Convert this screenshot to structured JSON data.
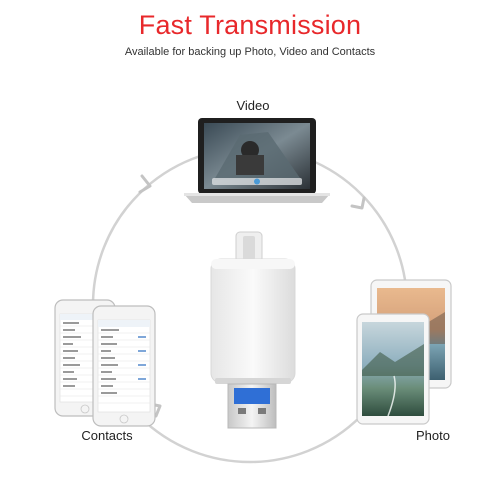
{
  "header": {
    "title": "Fast Transmission",
    "subtitle": "Available for backing up Photo, Video and Contacts"
  },
  "labels": {
    "video": "Video",
    "contacts": "Contacts",
    "photo": "Photo"
  },
  "colors": {
    "title": "#e8282b",
    "cycle_ring": "#d2d2d2",
    "drive_body": "#f2f2f2",
    "usb_plug": "#2f6fd6"
  },
  "icons": {
    "video_device": "laptop-icon",
    "contacts_device": "smartphones-icon",
    "photo_device": "tablets-icon",
    "center_device": "usb-flash-drive-icon",
    "ring_arrows": "arrow-icon"
  }
}
